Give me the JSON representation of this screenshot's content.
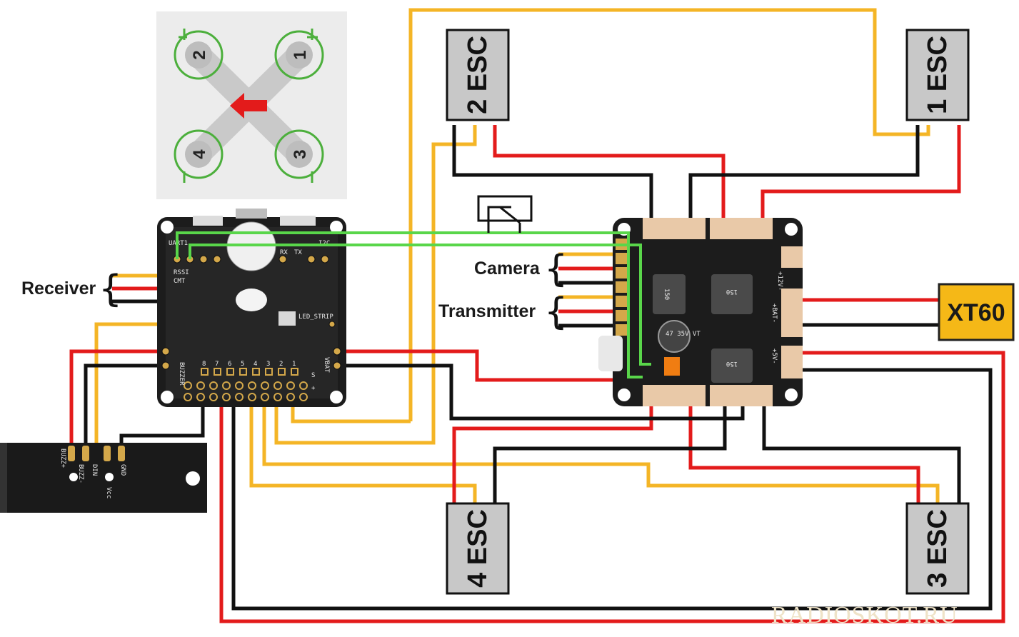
{
  "motors": {
    "m1": "1",
    "m2": "2",
    "m3": "3",
    "m4": "4"
  },
  "esc": {
    "esc1": "1 ESC",
    "esc2": "2 ESC",
    "esc3": "3 ESC",
    "esc4": "4 ESC"
  },
  "labels": {
    "receiver": "Receiver",
    "camera": "Camera",
    "transmitter": "Transmitter",
    "xt60": "XT60"
  },
  "fc_silk": {
    "uart1": "UART1",
    "rx": "RX",
    "tx": "TX",
    "i2c": "I2C",
    "rssi": "RSSI",
    "cmt": "CMT",
    "led_strip": "LED_STRIP",
    "buzzer": "BUZZER",
    "vbat": "VBAT",
    "n8": "8",
    "n7": "7",
    "n6": "6",
    "n5": "5",
    "n4": "4",
    "n3": "3",
    "n2": "2",
    "n1": "1",
    "s": "S",
    "plus": "+"
  },
  "pdb_silk": {
    "bat": "+BAT-",
    "v12": "+12V-",
    "v5": "+5V-",
    "cap": "47 35V VT",
    "ind": "150"
  },
  "buzzer_board": {
    "buzz_plus": "BUZZ+",
    "buzz_minus": "BUZZ-",
    "din": "DIN",
    "vcc": "Vcc",
    "gnd": "GND"
  },
  "watermark": "RADIOSKOT.RU",
  "colors": {
    "red": "#e31b1b",
    "black": "#111111",
    "yellow": "#f4b526",
    "green": "#59d64a",
    "esc_fill": "#c8c8c8",
    "xt60_fill": "#f5b817",
    "motor_green": "#4caf3c"
  }
}
